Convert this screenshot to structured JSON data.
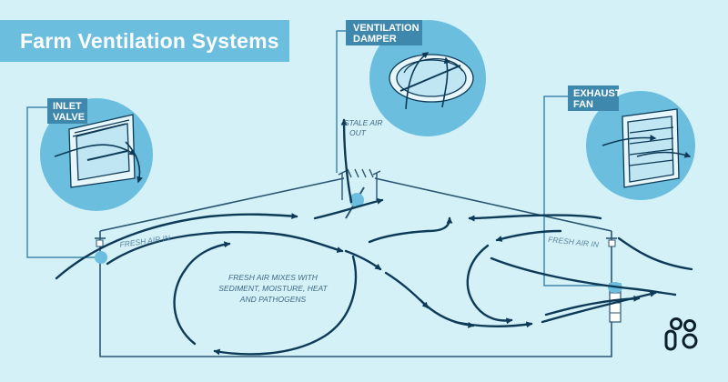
{
  "title": "Farm Ventilation Systems",
  "callouts": {
    "inlet_valve": [
      "INLET",
      "VALVE"
    ],
    "ventilation_damper": [
      "VENTILATION",
      "DAMPER"
    ],
    "exhaust_fan": [
      "EXHAUST",
      "FAN"
    ]
  },
  "labels": {
    "stale_air_out": [
      "STALE AIR",
      "OUT"
    ],
    "fresh_air_in_left": "FRESH AIR IN",
    "fresh_air_in_right": "FRESH AIR IN",
    "mixing_note": [
      "FRESH AIR MIXES WITH",
      "SEDIMENT, MOISTURE, HEAT",
      "AND PATHOGENS"
    ]
  },
  "colors": {
    "background": "#d4f1f8",
    "banner": "#6bbede",
    "circle": "#6bbede",
    "tag": "#3e88ad",
    "arrow": "#0d3a57",
    "leader": "#3e88ad"
  },
  "logo_icon": "brand-logo-icon"
}
